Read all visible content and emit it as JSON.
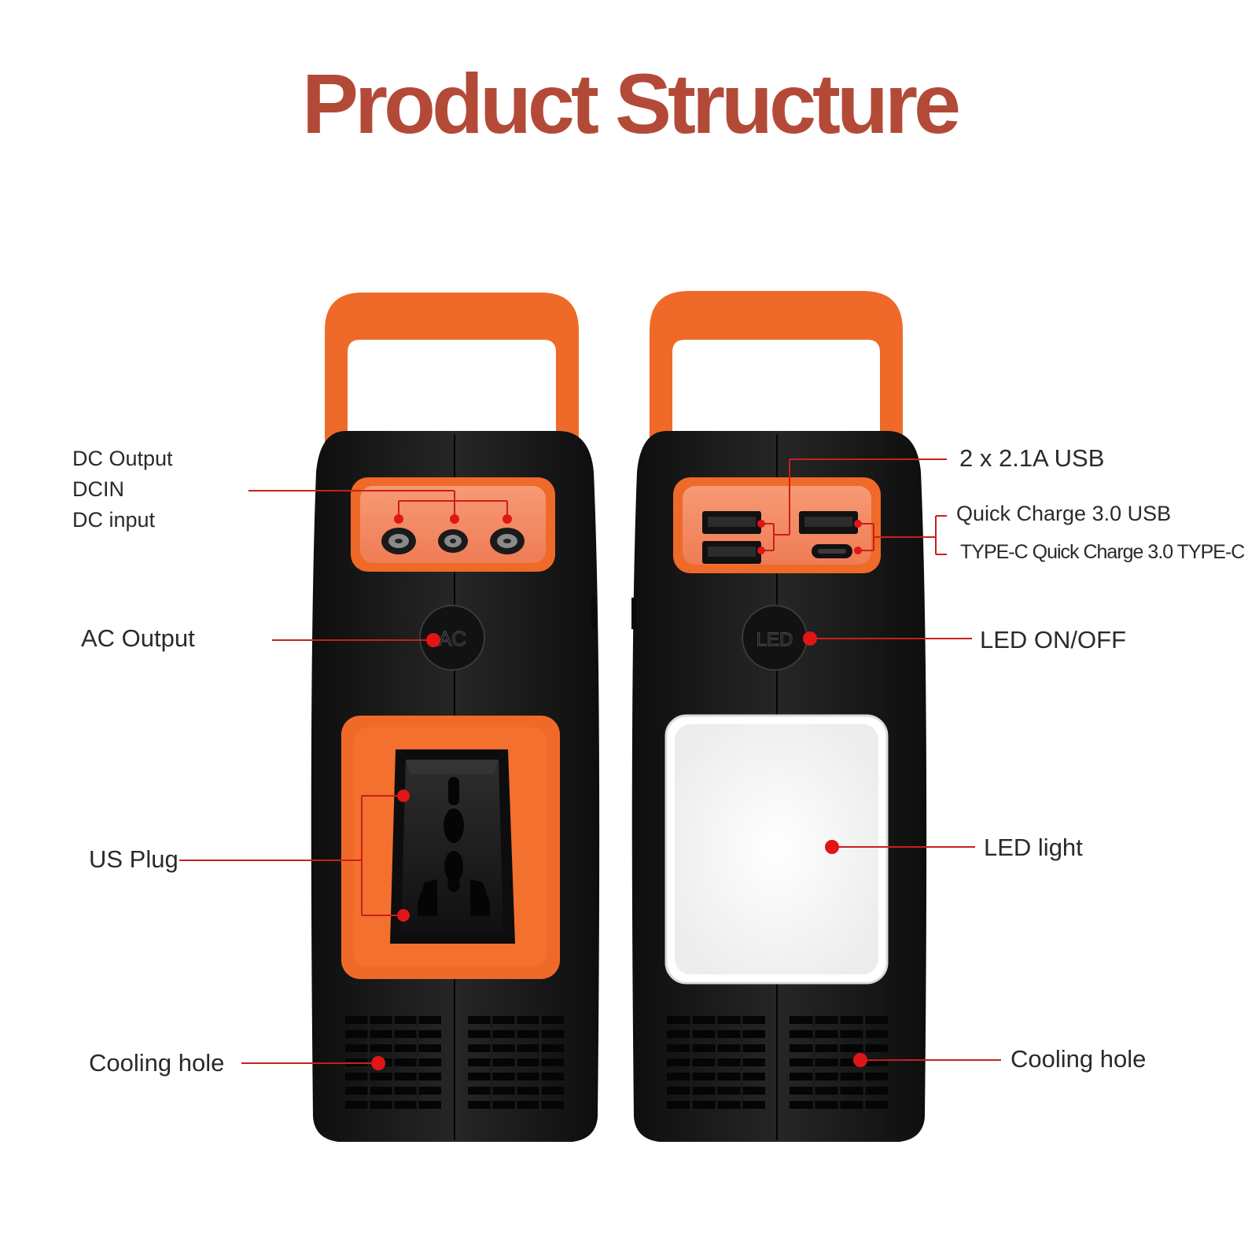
{
  "title": "Product Structure",
  "colors": {
    "title": "#b34a38",
    "orange": "#ef6a28",
    "body": "#1b1b1b",
    "marker": "#e01616"
  },
  "left_unit": {
    "button_text": "AC",
    "labels": {
      "dc_output": "DC Output",
      "dcin": "DCIN",
      "dc_input": "DC input",
      "ac_output": "AC Output",
      "us_plug": "US Plug",
      "cooling_hole": "Cooling hole"
    }
  },
  "right_unit": {
    "button_text": "LED",
    "labels": {
      "usb_2x": "2 x 2.1A USB",
      "qc_usb": "Quick Charge 3.0 USB",
      "type_c": "TYPE-C Quick Charge 3.0 TYPE-C",
      "led_onoff": "LED  ON/OFF",
      "led_light": "LED light",
      "cooling_hole": "Cooling hole"
    }
  }
}
